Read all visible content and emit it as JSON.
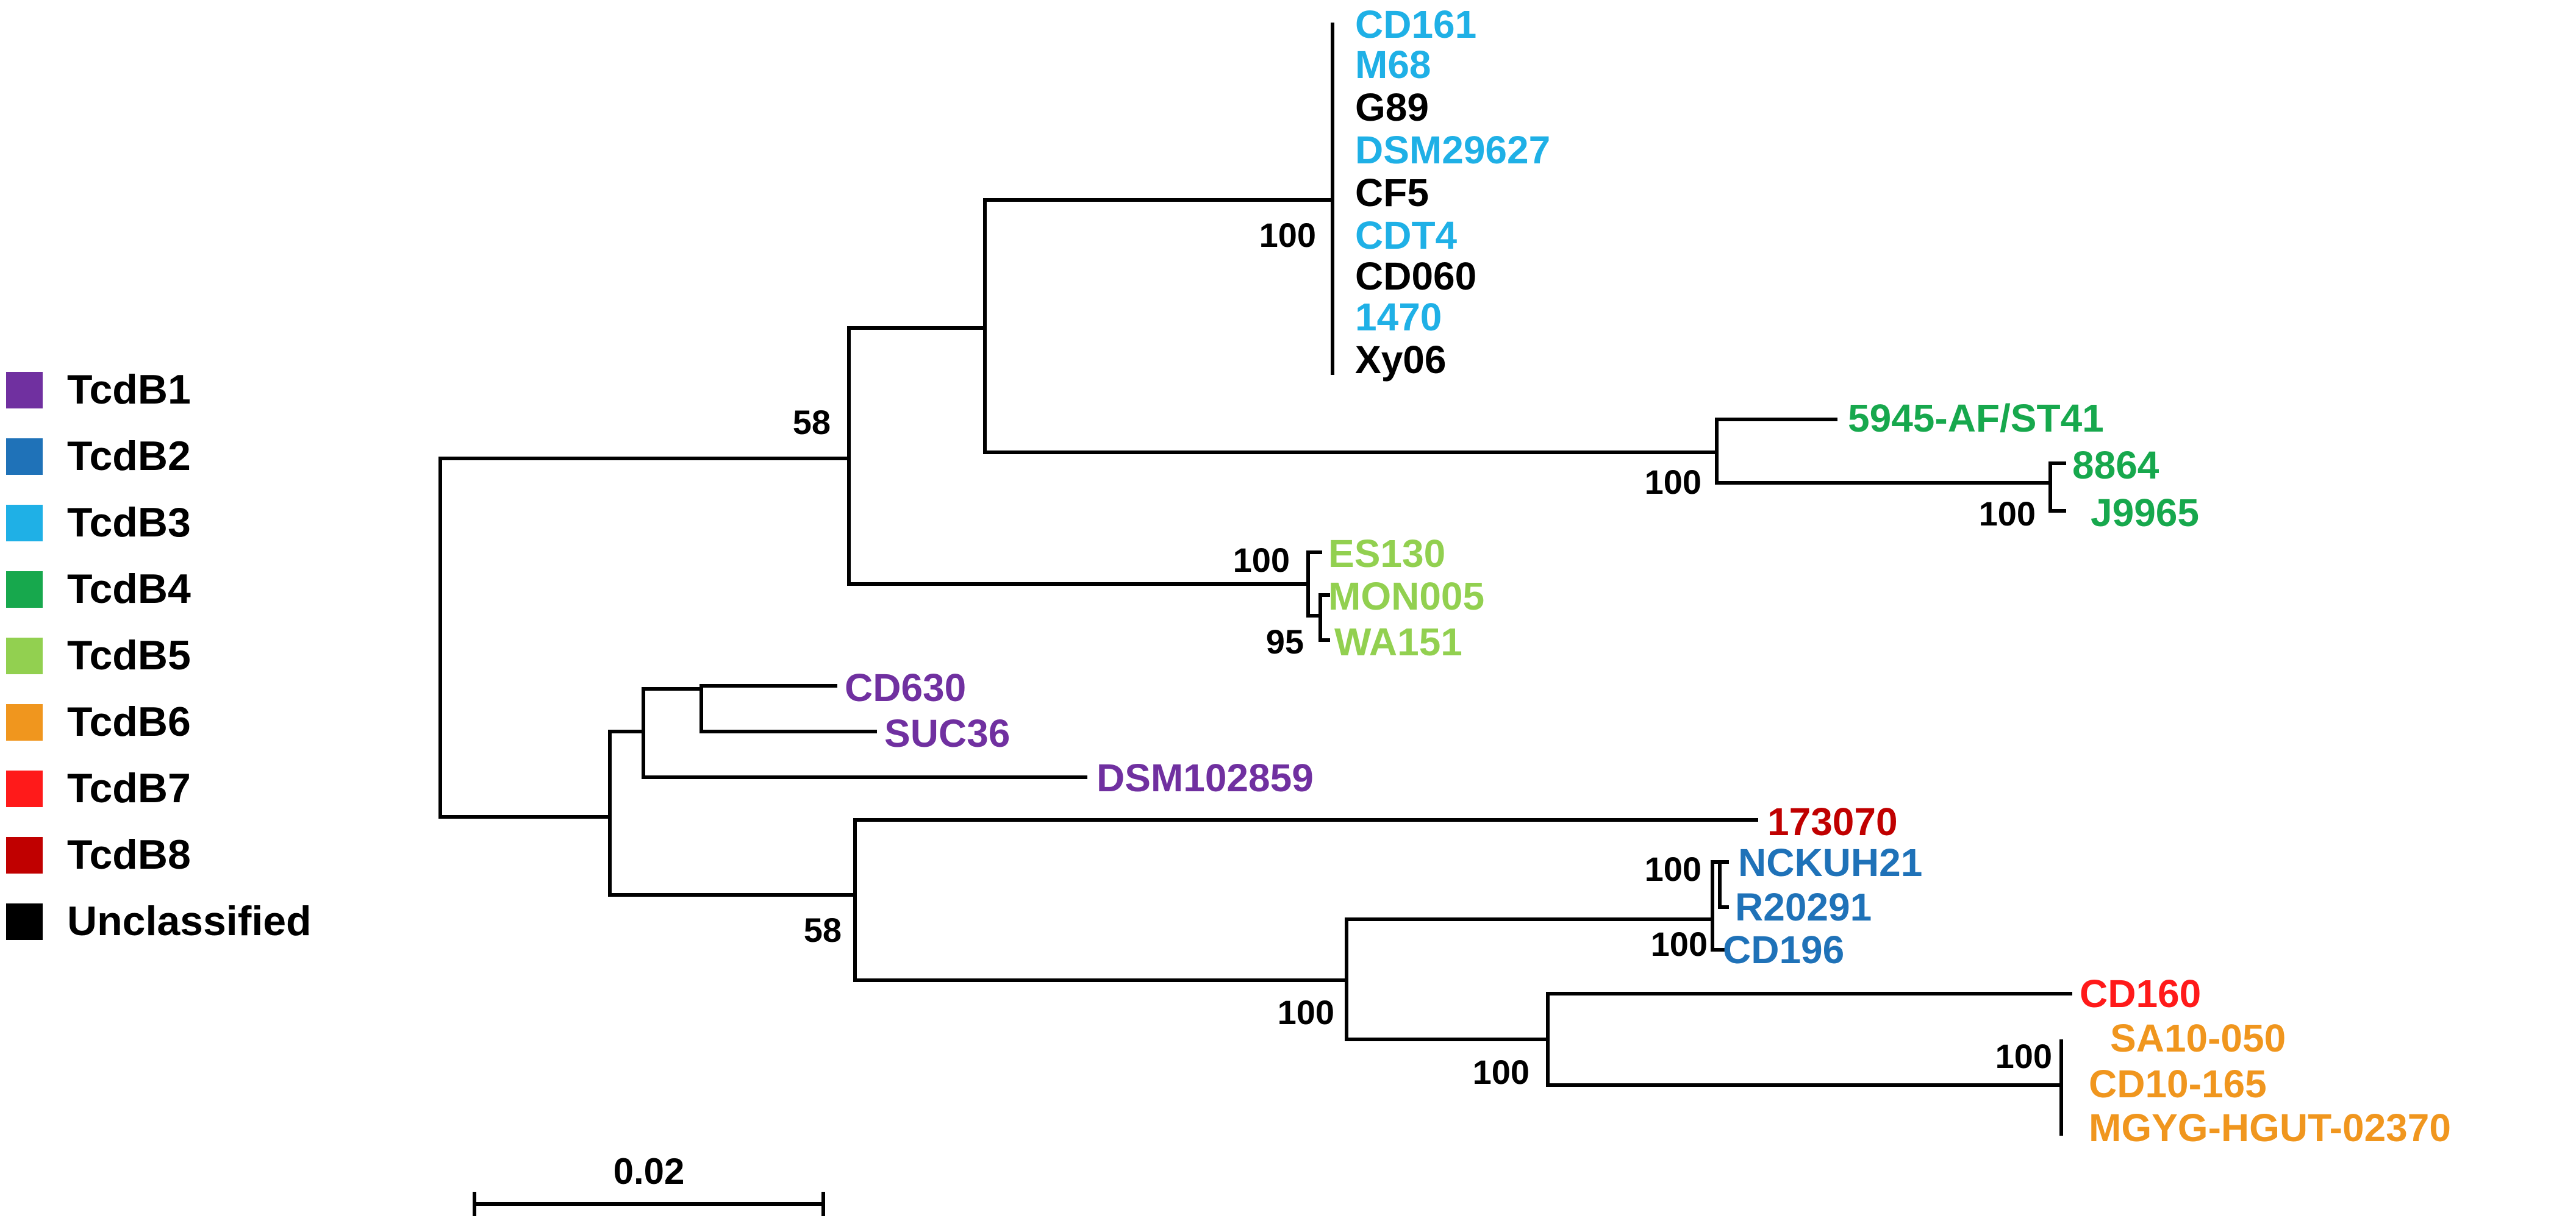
{
  "colors": {
    "TcdB1": "#7030a0",
    "TcdB2": "#1f72b8",
    "TcdB3": "#1fb0e6",
    "TcdB4": "#17a84d",
    "TcdB5": "#92d050",
    "TcdB6": "#f0961e",
    "TcdB7": "#ff1a1a",
    "TcdB8": "#c00000",
    "Unclassified": "#000000"
  },
  "legend": [
    {
      "label": "TcdB1",
      "group": "TcdB1"
    },
    {
      "label": "TcdB2",
      "group": "TcdB2"
    },
    {
      "label": "TcdB3",
      "group": "TcdB3"
    },
    {
      "label": "TcdB4",
      "group": "TcdB4"
    },
    {
      "label": "TcdB5",
      "group": "TcdB5"
    },
    {
      "label": "TcdB6",
      "group": "TcdB6"
    },
    {
      "label": "TcdB7",
      "group": "TcdB7"
    },
    {
      "label": "TcdB8",
      "group": "TcdB8"
    },
    {
      "label": "Unclassified",
      "group": "Unclassified"
    }
  ],
  "leaves": [
    {
      "id": "CD161",
      "label": "CD161",
      "group": "TcdB3"
    },
    {
      "id": "M68",
      "label": "M68",
      "group": "TcdB3"
    },
    {
      "id": "G89",
      "label": "G89",
      "group": "Unclassified"
    },
    {
      "id": "DSM29627",
      "label": "DSM29627",
      "group": "TcdB3"
    },
    {
      "id": "CF5",
      "label": "CF5",
      "group": "Unclassified"
    },
    {
      "id": "CDT4",
      "label": "CDT4",
      "group": "TcdB3"
    },
    {
      "id": "CD060",
      "label": "CD060",
      "group": "Unclassified"
    },
    {
      "id": "1470",
      "label": "1470",
      "group": "TcdB3"
    },
    {
      "id": "Xy06",
      "label": "Xy06",
      "group": "Unclassified"
    },
    {
      "id": "5945",
      "label": "5945-AF/ST41",
      "group": "TcdB4"
    },
    {
      "id": "8864",
      "label": "8864",
      "group": "TcdB4"
    },
    {
      "id": "J9965",
      "label": "J9965",
      "group": "TcdB4"
    },
    {
      "id": "ES130",
      "label": "ES130",
      "group": "TcdB5"
    },
    {
      "id": "MON005",
      "label": "MON005",
      "group": "TcdB5"
    },
    {
      "id": "WA151",
      "label": "WA151",
      "group": "TcdB5"
    },
    {
      "id": "CD630",
      "label": "CD630",
      "group": "TcdB1"
    },
    {
      "id": "SUC36",
      "label": "SUC36",
      "group": "TcdB1"
    },
    {
      "id": "DSM102859",
      "label": "DSM102859",
      "group": "TcdB1"
    },
    {
      "id": "173070",
      "label": "173070",
      "group": "TcdB8"
    },
    {
      "id": "NCKUH21",
      "label": "NCKUH21",
      "group": "TcdB2"
    },
    {
      "id": "R20291",
      "label": "R20291",
      "group": "TcdB2"
    },
    {
      "id": "CD196",
      "label": "CD196",
      "group": "TcdB2"
    },
    {
      "id": "CD160",
      "label": "CD160",
      "group": "TcdB7"
    },
    {
      "id": "SA10-050",
      "label": "SA10-050",
      "group": "TcdB6"
    },
    {
      "id": "CD10-165",
      "label": "CD10-165",
      "group": "TcdB6"
    },
    {
      "id": "MGYG",
      "label": "MGYG-HGUT-02370",
      "group": "TcdB6"
    }
  ],
  "bootstrap": [
    {
      "label": "100",
      "node": "clade3"
    },
    {
      "label": "58",
      "node": "topA"
    },
    {
      "label": "100",
      "node": "clade4"
    },
    {
      "label": "100",
      "node": "clade4b"
    },
    {
      "label": "100",
      "node": "clade5"
    },
    {
      "label": "95",
      "node": "clade5b"
    },
    {
      "label": "100",
      "node": "clade2"
    },
    {
      "label": "100",
      "node": "clade2b"
    },
    {
      "label": "58",
      "node": "bottomB"
    },
    {
      "label": "100",
      "node": "nodeF"
    },
    {
      "label": "100",
      "node": "nodeG"
    },
    {
      "label": "100",
      "node": "clade6"
    }
  ],
  "scale_bar": {
    "label": "0.02"
  }
}
